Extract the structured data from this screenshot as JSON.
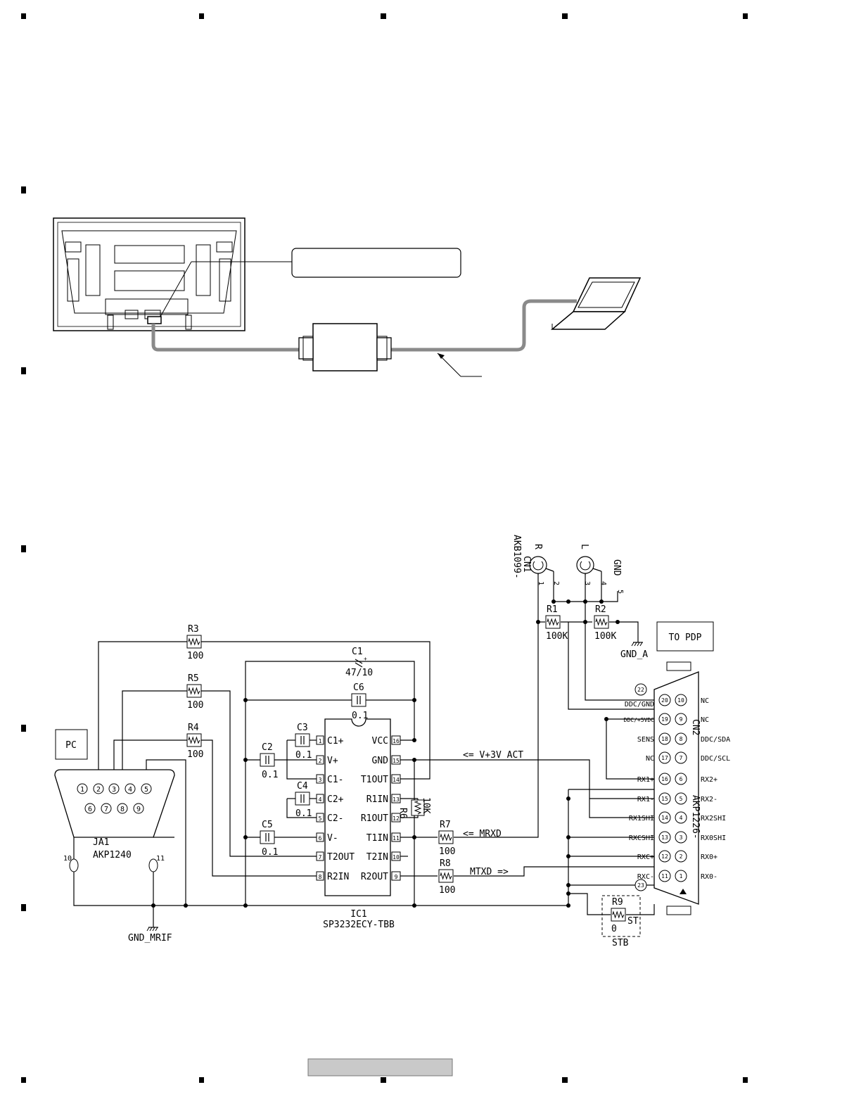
{
  "figure": {
    "pc_box_label": "PC",
    "to_pdp_label": "TO PDP",
    "connector_ja1": {
      "ref": "JA1",
      "part": "AKP1240",
      "pins_top": [
        "1",
        "2",
        "3",
        "4",
        "5"
      ],
      "pins_bottom": [
        "6",
        "7",
        "8",
        "9"
      ],
      "shell_pins": [
        "10",
        "11"
      ]
    },
    "gnd_mrif": "GND_MRIF",
    "gnd_a": "GND_A",
    "ic1": {
      "ref": "IC1",
      "part": "SP3232ECY-TBB",
      "left_pins": [
        [
          "1",
          "C1+"
        ],
        [
          "2",
          "V+"
        ],
        [
          "3",
          "C1-"
        ],
        [
          "4",
          "C2+"
        ],
        [
          "5",
          "C2-"
        ],
        [
          "6",
          "V-"
        ],
        [
          "7",
          "T2OUT"
        ],
        [
          "8",
          "R2IN"
        ]
      ],
      "right_pins": [
        [
          "16",
          "VCC"
        ],
        [
          "15",
          "GND"
        ],
        [
          "14",
          "T1OUT"
        ],
        [
          "13",
          "R1IN"
        ],
        [
          "12",
          "R1OUT"
        ],
        [
          "11",
          "T1IN"
        ],
        [
          "10",
          "T2IN"
        ],
        [
          "9",
          "R2OUT"
        ]
      ]
    },
    "resistors": {
      "R3": {
        "ref": "R3",
        "value": "100"
      },
      "R5": {
        "ref": "R5",
        "value": "100"
      },
      "R4": {
        "ref": "R4",
        "value": "100"
      },
      "R6": {
        "ref": "R6",
        "value": "10K"
      },
      "R7": {
        "ref": "R7",
        "value": "100"
      },
      "R8": {
        "ref": "R8",
        "value": "100"
      },
      "R1": {
        "ref": "R1",
        "value": "100K"
      },
      "R2": {
        "ref": "R2",
        "value": "100K"
      },
      "R9": {
        "ref": "R9",
        "value": "0"
      }
    },
    "capacitors": {
      "C1": {
        "ref": "C1",
        "value": "47/10"
      },
      "C6": {
        "ref": "C6",
        "value": "0.1"
      },
      "C3": {
        "ref": "C3",
        "value": "0.1"
      },
      "C2": {
        "ref": "C2",
        "value": "0.1"
      },
      "C4": {
        "ref": "C4",
        "value": "0.1"
      },
      "C5": {
        "ref": "C5",
        "value": "0.1"
      }
    },
    "signals": {
      "vact": "<= V+3V ACT",
      "mrxd": "<= MRXD",
      "mtxd": "MTXD =>"
    },
    "cn1": {
      "ref": "CN1",
      "part": "AKB1099-",
      "r": "R",
      "l": "L",
      "gnd": "GND",
      "pins": [
        "1",
        "2",
        "3",
        "4",
        "5"
      ]
    },
    "stb": {
      "label": "STB",
      "st": "ST"
    },
    "cn2": {
      "ref": "CN2",
      "part": "AKP1226-",
      "left_pins": [
        [
          "22",
          ""
        ],
        [
          "20",
          "DDC/GND"
        ],
        [
          "19",
          "DDC/+5VDC"
        ],
        [
          "18",
          "SENS"
        ],
        [
          "17",
          "NC"
        ],
        [
          "16",
          "RX1+"
        ],
        [
          "15",
          "RX1-"
        ],
        [
          "14",
          "RX1SHI"
        ],
        [
          "13",
          "RXCSHI"
        ],
        [
          "12",
          "RXC+"
        ],
        [
          "11",
          "RXC-"
        ],
        [
          "23",
          ""
        ]
      ],
      "right_pins": [
        [
          "10",
          "NC"
        ],
        [
          "9",
          "NC"
        ],
        [
          "8",
          "DDC/SDA"
        ],
        [
          "7",
          "DDC/SCL"
        ],
        [
          "6",
          "RX2+"
        ],
        [
          "5",
          "RX2-"
        ],
        [
          "4",
          "RX2SHI"
        ],
        [
          "3",
          "RX0SHI"
        ],
        [
          "2",
          "RX0+"
        ],
        [
          "1",
          "RX0-"
        ]
      ]
    }
  }
}
